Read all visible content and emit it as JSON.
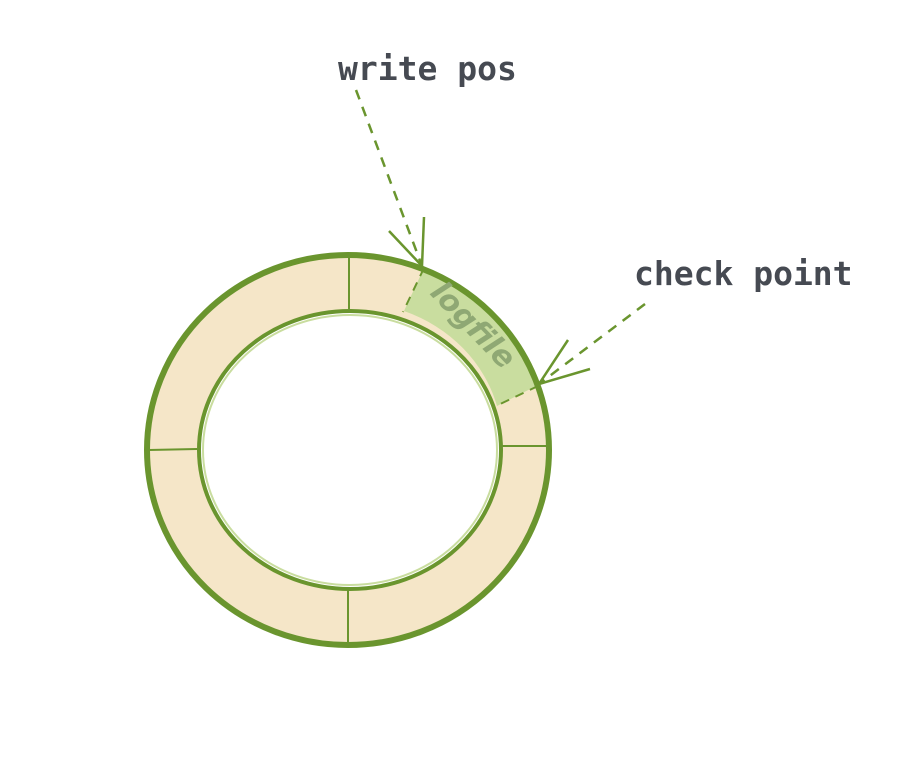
{
  "labels": {
    "write_pos": "write pos",
    "check_point": "check point",
    "logfile": "logfile"
  },
  "colors": {
    "ring_fill": "#f5e6c8",
    "ring_stroke": "#6a952e",
    "segment_fill": "#c9dd9f",
    "segment_text": "#8fa874",
    "label_text": "#464a52",
    "arrow": "#6a952e"
  }
}
